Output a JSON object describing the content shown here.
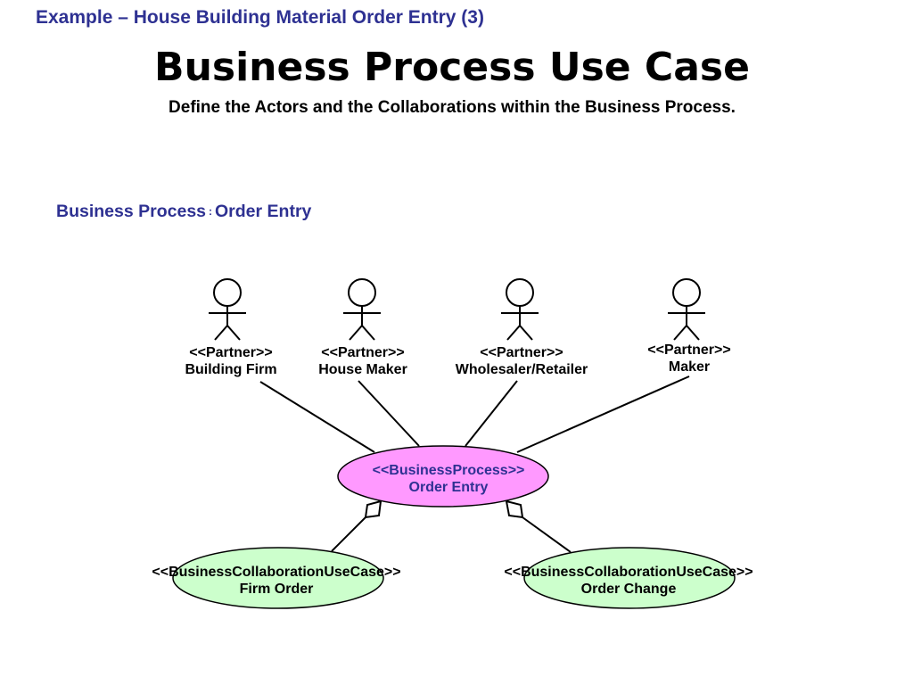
{
  "slide": {
    "top_title": "Example – House Building Material Order Entry (3)",
    "main_title": "Business Process Use Case",
    "subtitle": "Define the Actors and the Collaborations within the Business Process.",
    "process_label": "Business Process",
    "process_label_separator": ":",
    "process_name": "Order Entry"
  },
  "colors": {
    "title_blue": "#2e3192",
    "process_fill": "#ff99ff",
    "collaboration_fill": "#ccffcc",
    "stroke": "#000000"
  },
  "actors": [
    {
      "stereotype": "<<Partner>>",
      "name": "Building Firm",
      "icon": "stick-figure-icon"
    },
    {
      "stereotype": "<<Partner>>",
      "name": "House Maker",
      "icon": "stick-figure-icon"
    },
    {
      "stereotype": "<<Partner>>",
      "name": "Wholesaler/Retailer",
      "icon": "stick-figure-icon"
    },
    {
      "stereotype": "<<Partner>>",
      "name": "Maker",
      "icon": "stick-figure-icon"
    }
  ],
  "process": {
    "stereotype": "<<BusinessProcess>>",
    "name": "Order Entry"
  },
  "collaborations": [
    {
      "stereotype": "<<BusinessCollaborationUseCase>>",
      "name": "Firm Order"
    },
    {
      "stereotype": "<<BusinessCollaborationUseCase>>",
      "name": "Order Change"
    }
  ]
}
